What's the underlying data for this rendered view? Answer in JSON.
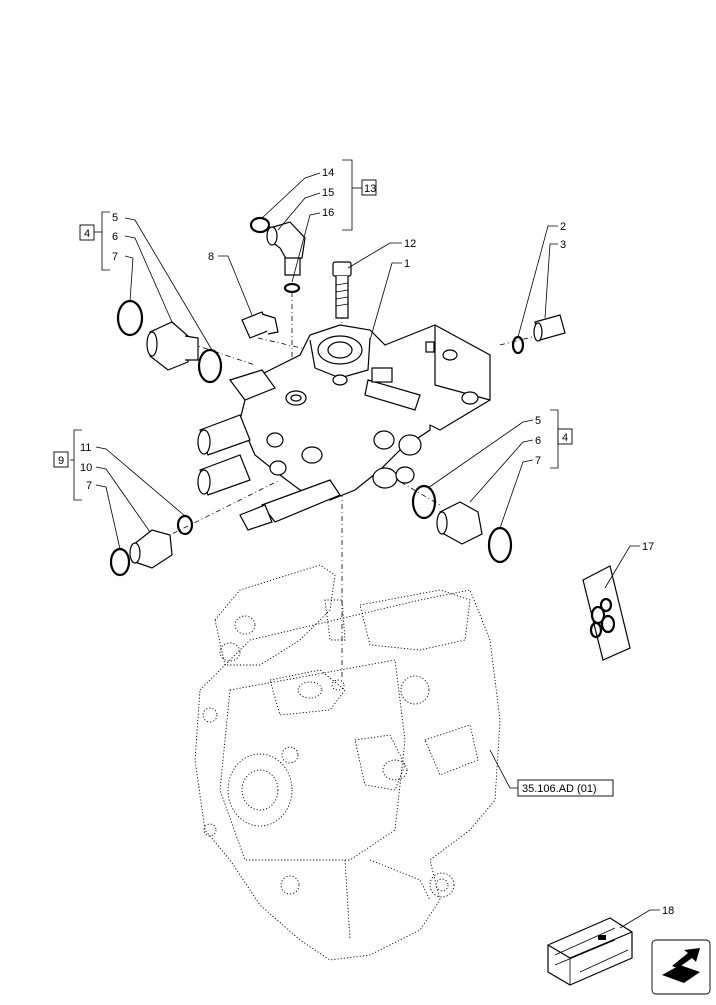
{
  "callouts": {
    "c1": "1",
    "c2": "2",
    "c3": "3",
    "c4a": "4",
    "c4b": "4",
    "c5a": "5",
    "c5b": "5",
    "c6a": "6",
    "c6b": "6",
    "c7a": "7",
    "c7b": "7",
    "c7c": "7",
    "c8": "8",
    "c9": "9",
    "c10": "10",
    "c11": "11",
    "c12": "12",
    "c13": "13",
    "c14": "14",
    "c15": "15",
    "c16": "16",
    "c17": "17",
    "c18": "18"
  },
  "reference_label": "35.106.AD (01)",
  "icons": [
    "o-ring-icon",
    "elbow-fitting-icon",
    "plug-icon",
    "bolt-icon",
    "valve-block-icon",
    "pump-icon",
    "seal-kit-icon",
    "crate-icon",
    "next-page-arrow-icon"
  ]
}
